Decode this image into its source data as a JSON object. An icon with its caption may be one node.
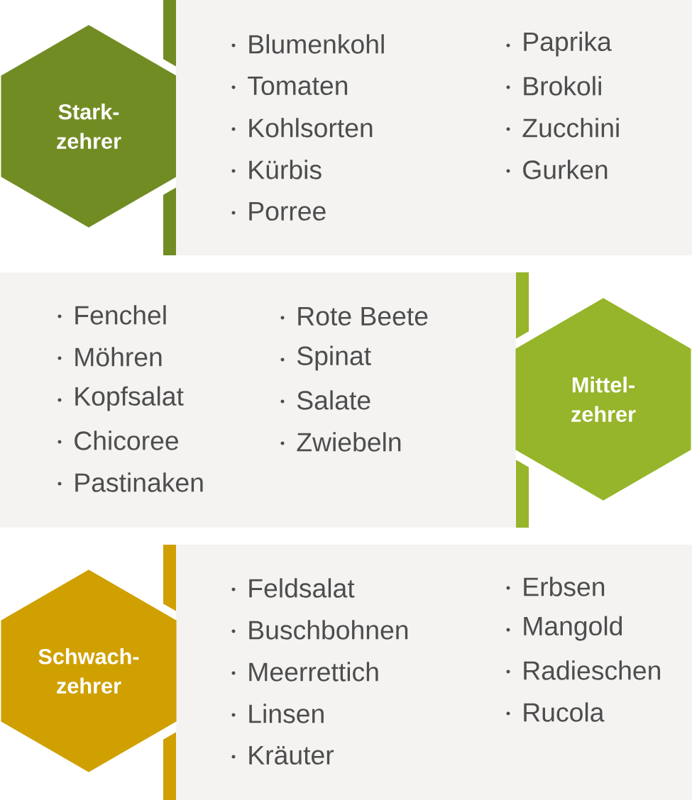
{
  "diagram": {
    "nodes": [
      {
        "text": [
          "Stark- zehrer"
        ]
      },
      {
        "text": [
          "Blumenkohl",
          "Tomaten",
          "Kohlsorten",
          "Kürbis",
          "Porree",
          "Paprika",
          "Brokoli",
          "Zucchini",
          "Gurken"
        ]
      },
      {
        "text": [
          "Fenchel",
          "Möhren",
          "Kopfsalat",
          "Chicoree",
          "Pastinaken",
          "Rote Beete",
          "Spinat",
          "Salate",
          "Zwiebeln"
        ]
      },
      {
        "text": [
          "Mittel- zehrer"
        ]
      },
      {
        "text": [
          "Feldsalat",
          "Buschbohnen",
          "Meerrettich",
          "Linsen",
          "Kräuter",
          "Erbsen",
          "Mangold",
          "Radieschen",
          "Rucola"
        ]
      },
      {
        "text": [
          "Schwach- zehrer"
        ]
      }
    ]
  }
}
